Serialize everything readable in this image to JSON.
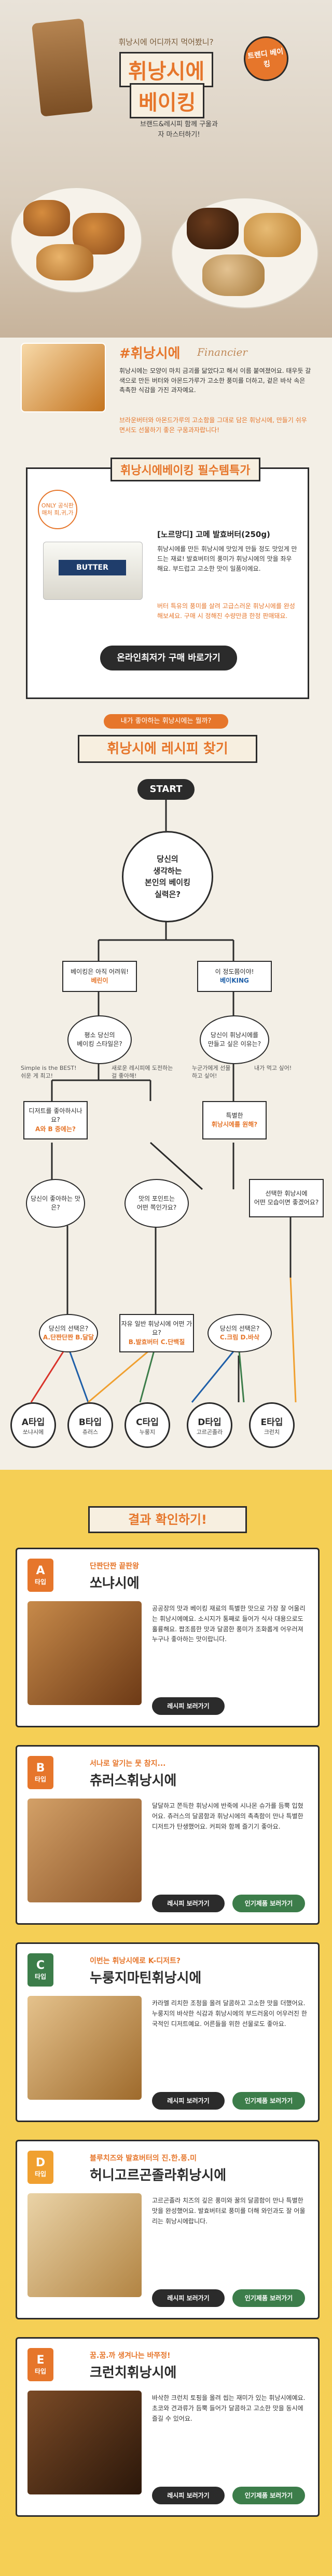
{
  "hero": {
    "kicker": "휘낭시에 어디까지 먹어봤니?",
    "title_line1": "휘낭시에",
    "title_line2": "베이킹",
    "subtitle": "브랜드&레시피 함께 구울과자 마스터하기!",
    "badge": "트렌디 베이킹"
  },
  "intro": {
    "tag": "#휘낭시에",
    "script": "Financier",
    "body": "휘낭시에는 모양이 마치 금괴를 닮았다고 해서 이름 붙여졌어요. 태우듯 갈색으로 만든 버터와 아몬드가루가 고소한 풍미를 더하고, 겉은 바삭 속은 촉촉한 식감을 가진 과자예요.",
    "note": "브라운버터와 아몬드가루의 고소함을 그대로 담은 휘낭시에, 만들기 쉬우면서도 선물하기 좋은 구움과자랍니다!"
  },
  "must": {
    "header": "휘낭시에베이킹 필수템특가",
    "only_badge": "ONLY 공식판매처 희,귀,가",
    "product_label": "BUTTER",
    "product_name": "[노르망디] 고메 발효버터(250g)",
    "desc": "휘낭시에를 만든 휘낭시에 맛있게 만들 정도 맛있게 만드는 재료! 발효버터의 풍미가 휘낭시에의 맛을 좌우해요. 부드럽고 고소한 맛이 일품이에요.",
    "note": "버터 특유의 풍미를 살려 고급스러운 휘낭시에를 완성해보세요. 구매 시 정해진 수량만큼 한정 판매돼요.",
    "button": "온라인최저가 구매 바로가기"
  },
  "recipe": {
    "kicker": "내가 좋아하는 휘낭시에는 뭘까?",
    "title": "휘낭시에 레시피 찾기",
    "start": "START",
    "q_main": [
      "당신의",
      "생각하는",
      "본인의 베이킹",
      "실력은?"
    ],
    "beginner": {
      "line1": "베이킹은 아직 어려워!",
      "line2": "베린이"
    },
    "expert": {
      "line1": "이 정도쯤이야!",
      "line2": "베이KING"
    },
    "q_style": [
      "평소 당신의",
      "베이킹 스타일은?"
    ],
    "q_want": [
      "당신이 휘낭시에를",
      "만들고 싶은 이유는?"
    ],
    "note_simple": "Simple is the BEST! 쉬운 게 최고!",
    "note_new": "새로운 레시피에 도전하는 걸 좋아해!",
    "note_gift": "누군가에게 선물하고 싶어!",
    "note_eat": "내가 먹고 싶어!",
    "q_dessert": [
      "디저트를 좋아하시나요?",
      "A와 B 중에는?"
    ],
    "q_special": [
      "특별한",
      "휘낭시에를 원해?"
    ],
    "q_flavor": [
      "당신이 좋아하는 맛은?"
    ],
    "q_taste": [
      "맛의 포인트는",
      "어떤 쪽인가요?"
    ],
    "q_mood": [
      "선택한 휘낭시에",
      "어떤 모습이면 좋겠어요?"
    ],
    "q_final1": [
      "당신의 선택은?",
      "A.단짠단짠 B.달달"
    ],
    "q_final2": [
      "자유 일반 휘낭시에 어떤 가요?",
      "B.발효버터 C.단백질"
    ],
    "q_final3": [
      "당신의 선택은?",
      "C.크림 D.바삭"
    ],
    "types": [
      {
        "label": "A타입",
        "name": "쏘냐시에"
      },
      {
        "label": "B타입",
        "name": "츄러스"
      },
      {
        "label": "C타입",
        "name": "누룽지"
      },
      {
        "label": "D타입",
        "name": "고르곤졸라"
      },
      {
        "label": "E타입",
        "name": "크런치"
      }
    ]
  },
  "results": {
    "title": "결과 확인하기!",
    "cards": [
      {
        "letter": "A",
        "word": "타입",
        "tag": "단짠단짠 끝판왕",
        "name": "쏘냐시에",
        "text": "공공장의 맛과 베이킹 재료의 특별한 맛으로 가장 잘 어울리는 휘낭시에예요. 소시지가 통째로 들어가 식사 대용으로도 훌륭해요. 짭조름한 맛과 달콤한 풍미가 조화롭게 어우러져 누구나 좋아하는 맛이랍니다.",
        "btn1": "레시피 보러가기",
        "btn2": ""
      },
      {
        "letter": "B",
        "word": "타입",
        "tag": "서나로 알기는 뭇 참지...",
        "name": "츄러스휘낭시에",
        "text": "달달하고 쫀득한 휘낭시에 반죽에 시나몬 슈가를 듬뿍 입혔어요. 츄러스의 달콤함과 휘낭시에의 촉촉함이 만나 특별한 디저트가 탄생했어요. 커피와 함께 즐기기 좋아요.",
        "btn1": "레시피 보러가기",
        "btn2": "인기제품 보러가기"
      },
      {
        "letter": "C",
        "word": "타입",
        "tag": "이번는 휘낭시에로 K-디저트?",
        "name": "누룽지마틴휘낭시에",
        "text": "카라멜 리치한 조청을 올려 달콤하고 고소한 맛을 더했어요. 누룽지의 바삭한 식감과 휘낭시에의 부드러움이 어우러진 한국적인 디저트예요. 어른들을 위한 선물로도 좋아요.",
        "btn1": "레시피 보러가기",
        "btn2": "인기제품 보러가기"
      },
      {
        "letter": "D",
        "word": "타입",
        "tag": "블루치즈와 발효버터의 진.한.풍.미",
        "name": "허니고르곤졸라휘낭시에",
        "text": "고르곤졸라 치즈의 깊은 풍미와 꿀의 달콤함이 만나 특별한 맛을 완성했어요. 발효버터로 풍미를 더해 와인과도 잘 어울리는 휘낭시에랍니다.",
        "btn1": "레시피 보러가기",
        "btn2": "인기제품 보러가기"
      },
      {
        "letter": "E",
        "word": "타입",
        "tag": "꿈.꿈.까 생겨나는 바쭈정!",
        "name": "크런치휘낭시에",
        "text": "바삭한 크런치 토핑을 올려 씹는 재미가 있는 휘낭시에예요. 초코와 견과류가 듬뿍 들어가 달콤하고 고소한 맛을 동시에 즐길 수 있어요.",
        "btn1": "레시피 보러가기",
        "btn2": "인기제품 보러가기"
      }
    ]
  },
  "colors": {
    "accent": "#e6762b",
    "dark": "#2b2b2b",
    "yellow": "#f5cf55",
    "blue": "#1f5fa8",
    "green": "#3c7d4a",
    "red": "#d9342b",
    "orange": "#f0a030"
  }
}
